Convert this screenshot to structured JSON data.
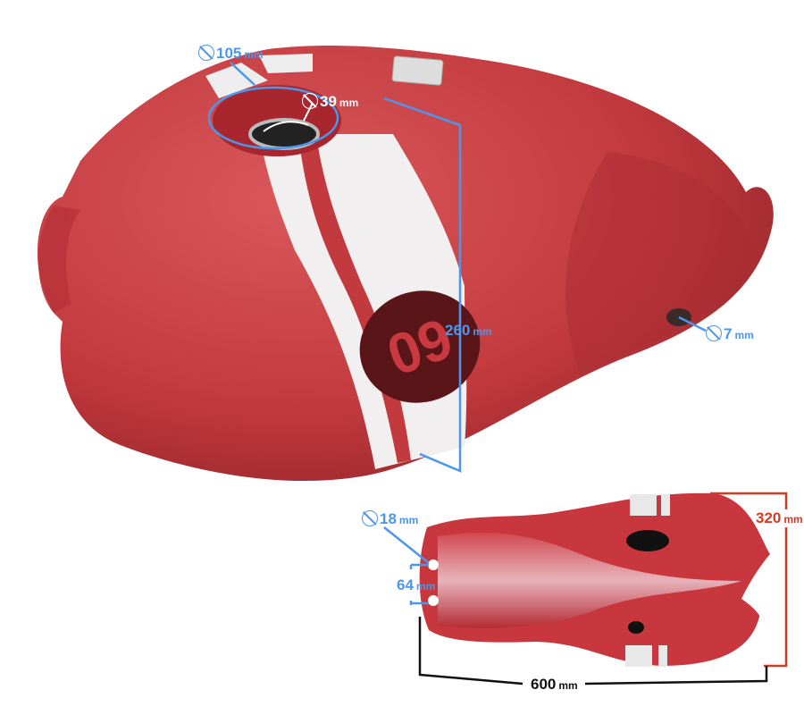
{
  "logo_text": "09",
  "colors": {
    "tank_red": "#c83a3f",
    "dimension_blue": "#4b97ec",
    "dimension_red": "#d63b22",
    "stripe_white": "#f2f2f2"
  },
  "dimensions": {
    "filler_ring": {
      "value": "105",
      "unit": "mm",
      "icon": "diameter-icon"
    },
    "filler_neck": {
      "value": "39",
      "unit": "mm",
      "icon": "diameter-icon"
    },
    "height": {
      "value": "260",
      "unit": "mm"
    },
    "side_bolt": {
      "value": "7",
      "unit": "mm",
      "icon": "diameter-icon"
    },
    "mount_hole": {
      "value": "18",
      "unit": "mm",
      "icon": "diameter-icon"
    },
    "hole_spacing": {
      "value": "64",
      "unit": "mm"
    },
    "width": {
      "value": "320",
      "unit": "mm"
    },
    "length": {
      "value": "600",
      "unit": "mm"
    }
  }
}
